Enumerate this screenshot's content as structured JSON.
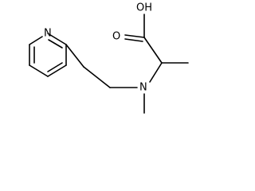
{
  "molecule": {
    "atoms": {
      "hydroxyl": "OH",
      "carbonyl_oxygen": "O",
      "ring_nitrogen": "N",
      "amine_nitrogen": "N"
    }
  }
}
